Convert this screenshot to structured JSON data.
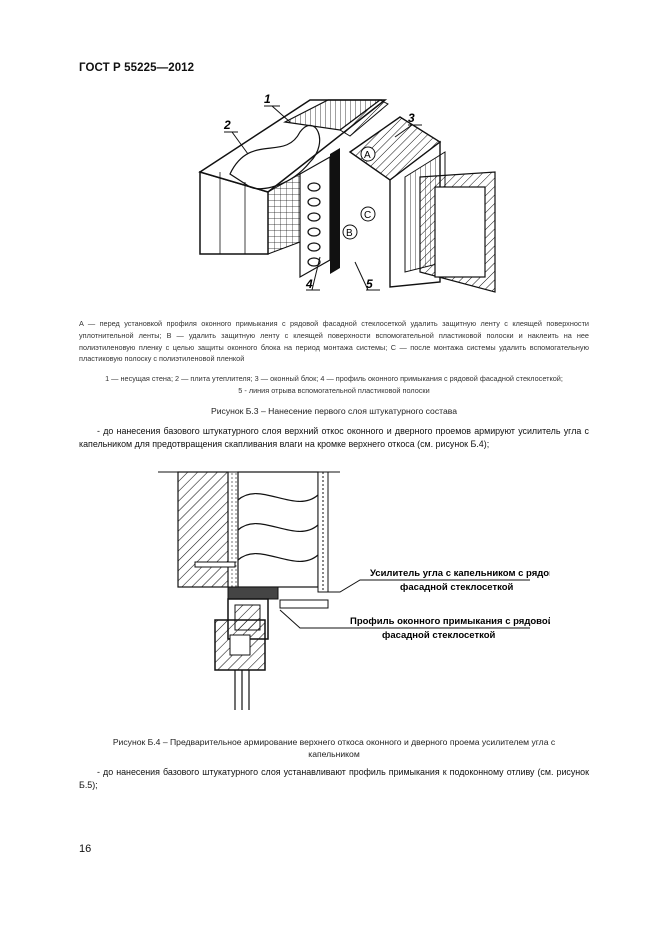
{
  "header": {
    "standard": "ГОСТ Р 55225—2012"
  },
  "figure_b3": {
    "callouts": [
      "1",
      "2",
      "3",
      "4",
      "5"
    ],
    "letters": [
      "A",
      "B",
      "C"
    ],
    "note_letters": "A — перед установкой профиля оконного примыкания с рядовой фасадной стеклосеткой удалить защитную ленту с клеящей поверхности уплотнительной ленты; B — удалить защитную ленту с клеящей поверхности вспомогательной пластиковой полоски и наклеить на нее полиэтиленовую пленку с целью защиты оконного блока на период монтажа системы; C — после монтажа системы удалить вспомогательную пластиковую полоску с полиэтиленовой пленкой",
    "note_legend_1": "1 — несущая стена; 2 — плита утеплителя; 3 — оконный блок; 4 — профиль оконного примыкания с рядовой фасадной стеклосеткой;",
    "note_legend_2": "5 - линия отрыва вспомогательной пластиковой полоски",
    "caption": "Рисунок Б.3 – Нанесение первого слоя штукатурного состава"
  },
  "paragraph_1": "- до нанесения базового штукатурного слоя верхний откос оконного и дверного проемов армируют усилитель угла с капельником для предотвращения скапливания влаги на кромке верхнего откоса (см. рисунок Б.4);",
  "figure_b4": {
    "label_1_line1": "Усилитель угла с капельником с рядовой",
    "label_1_line2": "фасадной стеклосеткой",
    "label_2_line1": "Профиль оконного примыкания с рядовой",
    "label_2_line2": "фасадной стеклосеткой",
    "caption_line1": "Рисунок Б.4 – Предварительное армирование верхнего откоса оконного и дверного проема усилителем угла с",
    "caption_line2": "капельником"
  },
  "paragraph_2": "- до нанесения базового штукатурного слоя устанавливают профиль примыкания к подоконному отливу (см. рисунок Б.5);",
  "page_number": "16"
}
